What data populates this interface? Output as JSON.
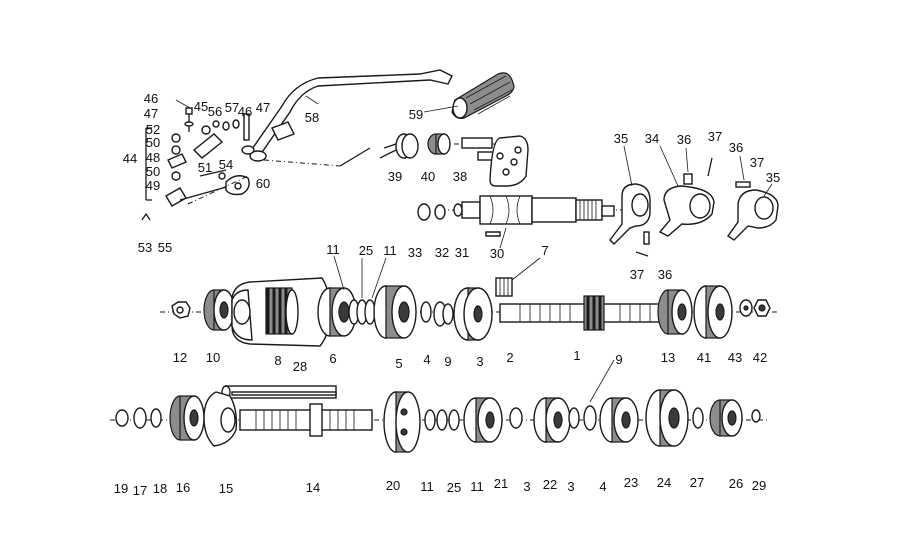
{
  "diagram": {
    "callouts": [
      {
        "id": "46a",
        "text": "46"
      },
      {
        "id": "45",
        "text": "45"
      },
      {
        "id": "56",
        "text": "56"
      },
      {
        "id": "57",
        "text": "57"
      },
      {
        "id": "46b",
        "text": "46"
      },
      {
        "id": "47a",
        "text": "47"
      },
      {
        "id": "47b",
        "text": "47"
      },
      {
        "id": "52",
        "text": "52"
      },
      {
        "id": "50a",
        "text": "50"
      },
      {
        "id": "44",
        "text": "44"
      },
      {
        "id": "48",
        "text": "48"
      },
      {
        "id": "50b",
        "text": "50"
      },
      {
        "id": "49",
        "text": "49"
      },
      {
        "id": "51",
        "text": "51"
      },
      {
        "id": "54",
        "text": "54"
      },
      {
        "id": "60",
        "text": "60"
      },
      {
        "id": "53",
        "text": "53"
      },
      {
        "id": "55",
        "text": "55"
      },
      {
        "id": "58",
        "text": "58"
      },
      {
        "id": "59",
        "text": "59"
      },
      {
        "id": "39",
        "text": "39"
      },
      {
        "id": "40",
        "text": "40"
      },
      {
        "id": "38",
        "text": "38"
      },
      {
        "id": "35a",
        "text": "35"
      },
      {
        "id": "34",
        "text": "34"
      },
      {
        "id": "36a",
        "text": "36"
      },
      {
        "id": "37a",
        "text": "37"
      },
      {
        "id": "36b",
        "text": "36"
      },
      {
        "id": "37b",
        "text": "37"
      },
      {
        "id": "35b",
        "text": "35"
      },
      {
        "id": "33",
        "text": "33"
      },
      {
        "id": "32",
        "text": "32"
      },
      {
        "id": "31",
        "text": "31"
      },
      {
        "id": "30",
        "text": "30"
      },
      {
        "id": "37c",
        "text": "37"
      },
      {
        "id": "36c",
        "text": "36"
      },
      {
        "id": "11a",
        "text": "11"
      },
      {
        "id": "25a",
        "text": "25"
      },
      {
        "id": "11b",
        "text": "11"
      },
      {
        "id": "7",
        "text": "7"
      },
      {
        "id": "12",
        "text": "12"
      },
      {
        "id": "10",
        "text": "10"
      },
      {
        "id": "8",
        "text": "8"
      },
      {
        "id": "6",
        "text": "6"
      },
      {
        "id": "5",
        "text": "5"
      },
      {
        "id": "4a",
        "text": "4"
      },
      {
        "id": "9a",
        "text": "9"
      },
      {
        "id": "3a",
        "text": "3"
      },
      {
        "id": "2",
        "text": "2"
      },
      {
        "id": "1",
        "text": "1"
      },
      {
        "id": "9b",
        "text": "9"
      },
      {
        "id": "13",
        "text": "13"
      },
      {
        "id": "41",
        "text": "41"
      },
      {
        "id": "43",
        "text": "43"
      },
      {
        "id": "42",
        "text": "42"
      },
      {
        "id": "28",
        "text": "28"
      },
      {
        "id": "19",
        "text": "19"
      },
      {
        "id": "17",
        "text": "17"
      },
      {
        "id": "18",
        "text": "18"
      },
      {
        "id": "16",
        "text": "16"
      },
      {
        "id": "15",
        "text": "15"
      },
      {
        "id": "14",
        "text": "14"
      },
      {
        "id": "20",
        "text": "20"
      },
      {
        "id": "11c",
        "text": "11"
      },
      {
        "id": "25b",
        "text": "25"
      },
      {
        "id": "11d",
        "text": "11"
      },
      {
        "id": "21",
        "text": "21"
      },
      {
        "id": "3b",
        "text": "3"
      },
      {
        "id": "22",
        "text": "22"
      },
      {
        "id": "3c",
        "text": "3"
      },
      {
        "id": "4b",
        "text": "4"
      },
      {
        "id": "23",
        "text": "23"
      },
      {
        "id": "24",
        "text": "24"
      },
      {
        "id": "27",
        "text": "27"
      },
      {
        "id": "26",
        "text": "26"
      },
      {
        "id": "29",
        "text": "29"
      }
    ]
  }
}
